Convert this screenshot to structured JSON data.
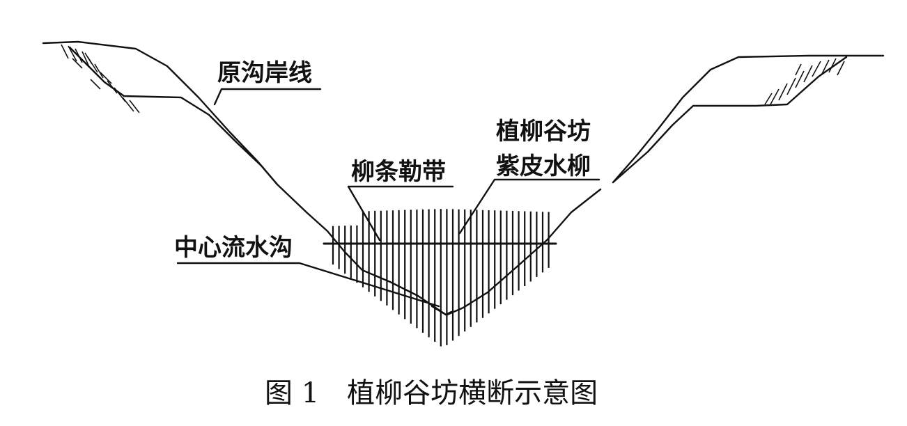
{
  "diagram": {
    "labels": {
      "original_bank": "原沟岸线",
      "planting_line1": "植柳谷坊",
      "planting_line2": "紫皮水柳",
      "willow_band": "柳条勒带",
      "central_channel": "中心流水沟"
    },
    "caption": "图 1　植柳谷坊横断示意图"
  }
}
